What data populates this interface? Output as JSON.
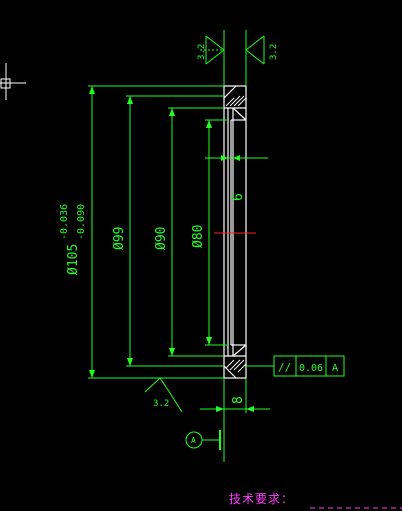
{
  "drawing": {
    "dims": {
      "d105": "Ø105",
      "d105_upper": "-0.036",
      "d105_lower": "-0.090",
      "d99": "Ø99",
      "d90": "Ø90",
      "d80": "Ø80",
      "w6": "6",
      "w8": "8"
    },
    "roughness": {
      "top_left": "3.2",
      "top_right": "3.2",
      "bottom": "3.2"
    },
    "tolerance": {
      "symbol": "//",
      "value": "0.06",
      "datum": "A"
    },
    "datum_label": "A",
    "tech_requirements": "技术要求："
  },
  "colors": {
    "background": "#000000",
    "dimension": "#21ff21",
    "part": "#ffffff",
    "centerline": "#ff2020",
    "text_magenta": "#ff3cff"
  }
}
